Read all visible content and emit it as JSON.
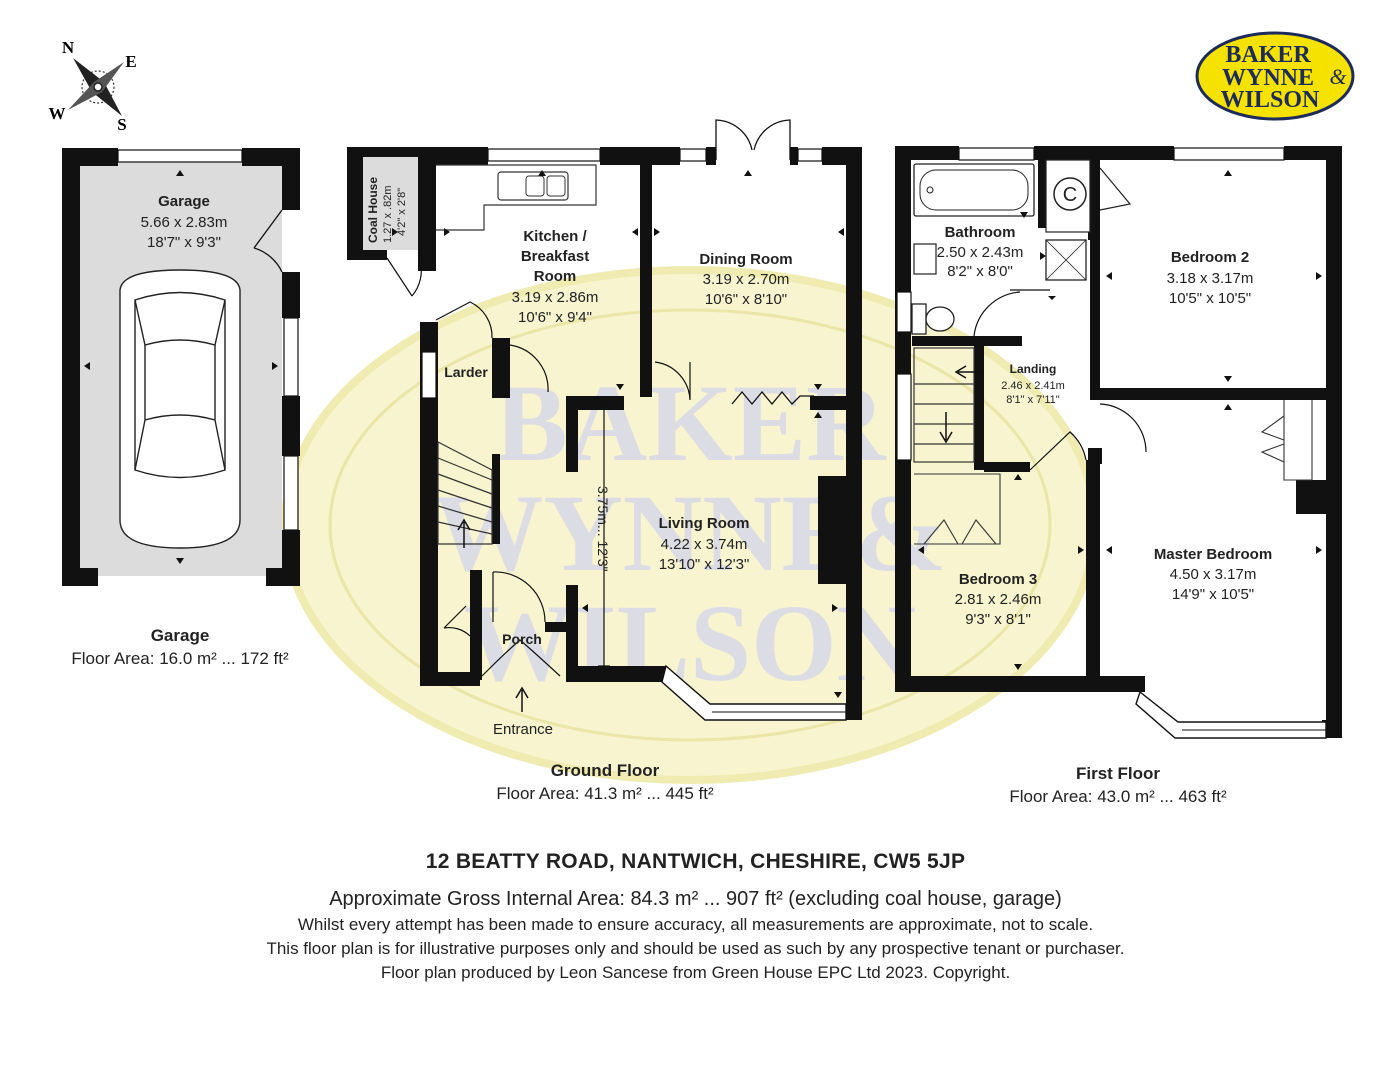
{
  "compass": {
    "n": "N",
    "e": "E",
    "s": "S",
    "w": "W"
  },
  "logo": {
    "line1": "BAKER",
    "line2": "WYNNE",
    "amp": "&",
    "line3": "WILSON"
  },
  "watermark": {
    "line1": "BAKER",
    "line2": "WYNNE&",
    "line3": "WILSON"
  },
  "garage": {
    "name": "Garage",
    "metric": "5.66 x 2.83m",
    "imperial": "18'7\" x 9'3\"",
    "caption_title": "Garage",
    "caption_area": "Floor Area: 16.0 m² ... 172 ft²"
  },
  "ground_floor": {
    "caption_title": "Ground Floor",
    "caption_area": "Floor Area: 41.3 m² ... 445 ft²",
    "coal_house": {
      "name": "Coal House",
      "metric": "1.27 x .82m",
      "imperial": "4'2\" x 2'8\""
    },
    "kitchen": {
      "line1": "Kitchen /",
      "line2": "Breakfast",
      "line3": "Room",
      "metric": "3.19 x 2.86m",
      "imperial": "10'6\" x 9'4\""
    },
    "dining": {
      "name": "Dining Room",
      "metric": "3.19 x 2.70m",
      "imperial": "10'6\" x 8'10\""
    },
    "living": {
      "name": "Living Room",
      "metric": "4.22 x 3.74m",
      "imperial": "13'10\" x 12'3\"",
      "side_dim": "3.75m... 12'3\""
    },
    "larder": "Larder",
    "porch": "Porch",
    "entrance": "Entrance"
  },
  "first_floor": {
    "caption_title": "First Floor",
    "caption_area": "Floor Area: 43.0 m² ... 463 ft²",
    "bathroom": {
      "name": "Bathroom",
      "metric": "2.50 x 2.43m",
      "imperial": "8'2\" x 8'0\""
    },
    "cylinder": "C",
    "bedroom2": {
      "name": "Bedroom 2",
      "metric": "3.18 x 3.17m",
      "imperial": "10'5\" x 10'5\""
    },
    "landing": {
      "name": "Landing",
      "metric": "2.46 x 2.41m",
      "imperial": "8'1\" x 7'11\""
    },
    "bedroom3": {
      "name": "Bedroom 3",
      "metric": "2.81 x 2.46m",
      "imperial": "9'3\" x 8'1\""
    },
    "master": {
      "name": "Master Bedroom",
      "metric": "4.50 x 3.17m",
      "imperial": "14'9\" x 10'5\""
    }
  },
  "footer": {
    "address": "12 BEATTY ROAD, NANTWICH, CHESHIRE, CW5 5JP",
    "gross_area": "Approximate Gross Internal Area: 84.3 m² ... 907 ft² (excluding coal house, garage)",
    "disclaimer1": "Whilst every attempt has been made to ensure accuracy, all measurements are approximate, not to scale.",
    "disclaimer2": "This floor plan is for illustrative purposes only and should be used as such by any prospective tenant or purchaser.",
    "disclaimer3": "Floor plan produced by Leon Sancese from Green House EPC Ltd 2023. Copyright."
  },
  "colors": {
    "wall": "#111111",
    "garage_fill": "#dcdcdc",
    "logo_yellow": "#f5e200",
    "logo_navy": "#1c2a5c",
    "watermark_yellow": "#f7f4cf",
    "watermark_blue": "#dcdde4"
  }
}
